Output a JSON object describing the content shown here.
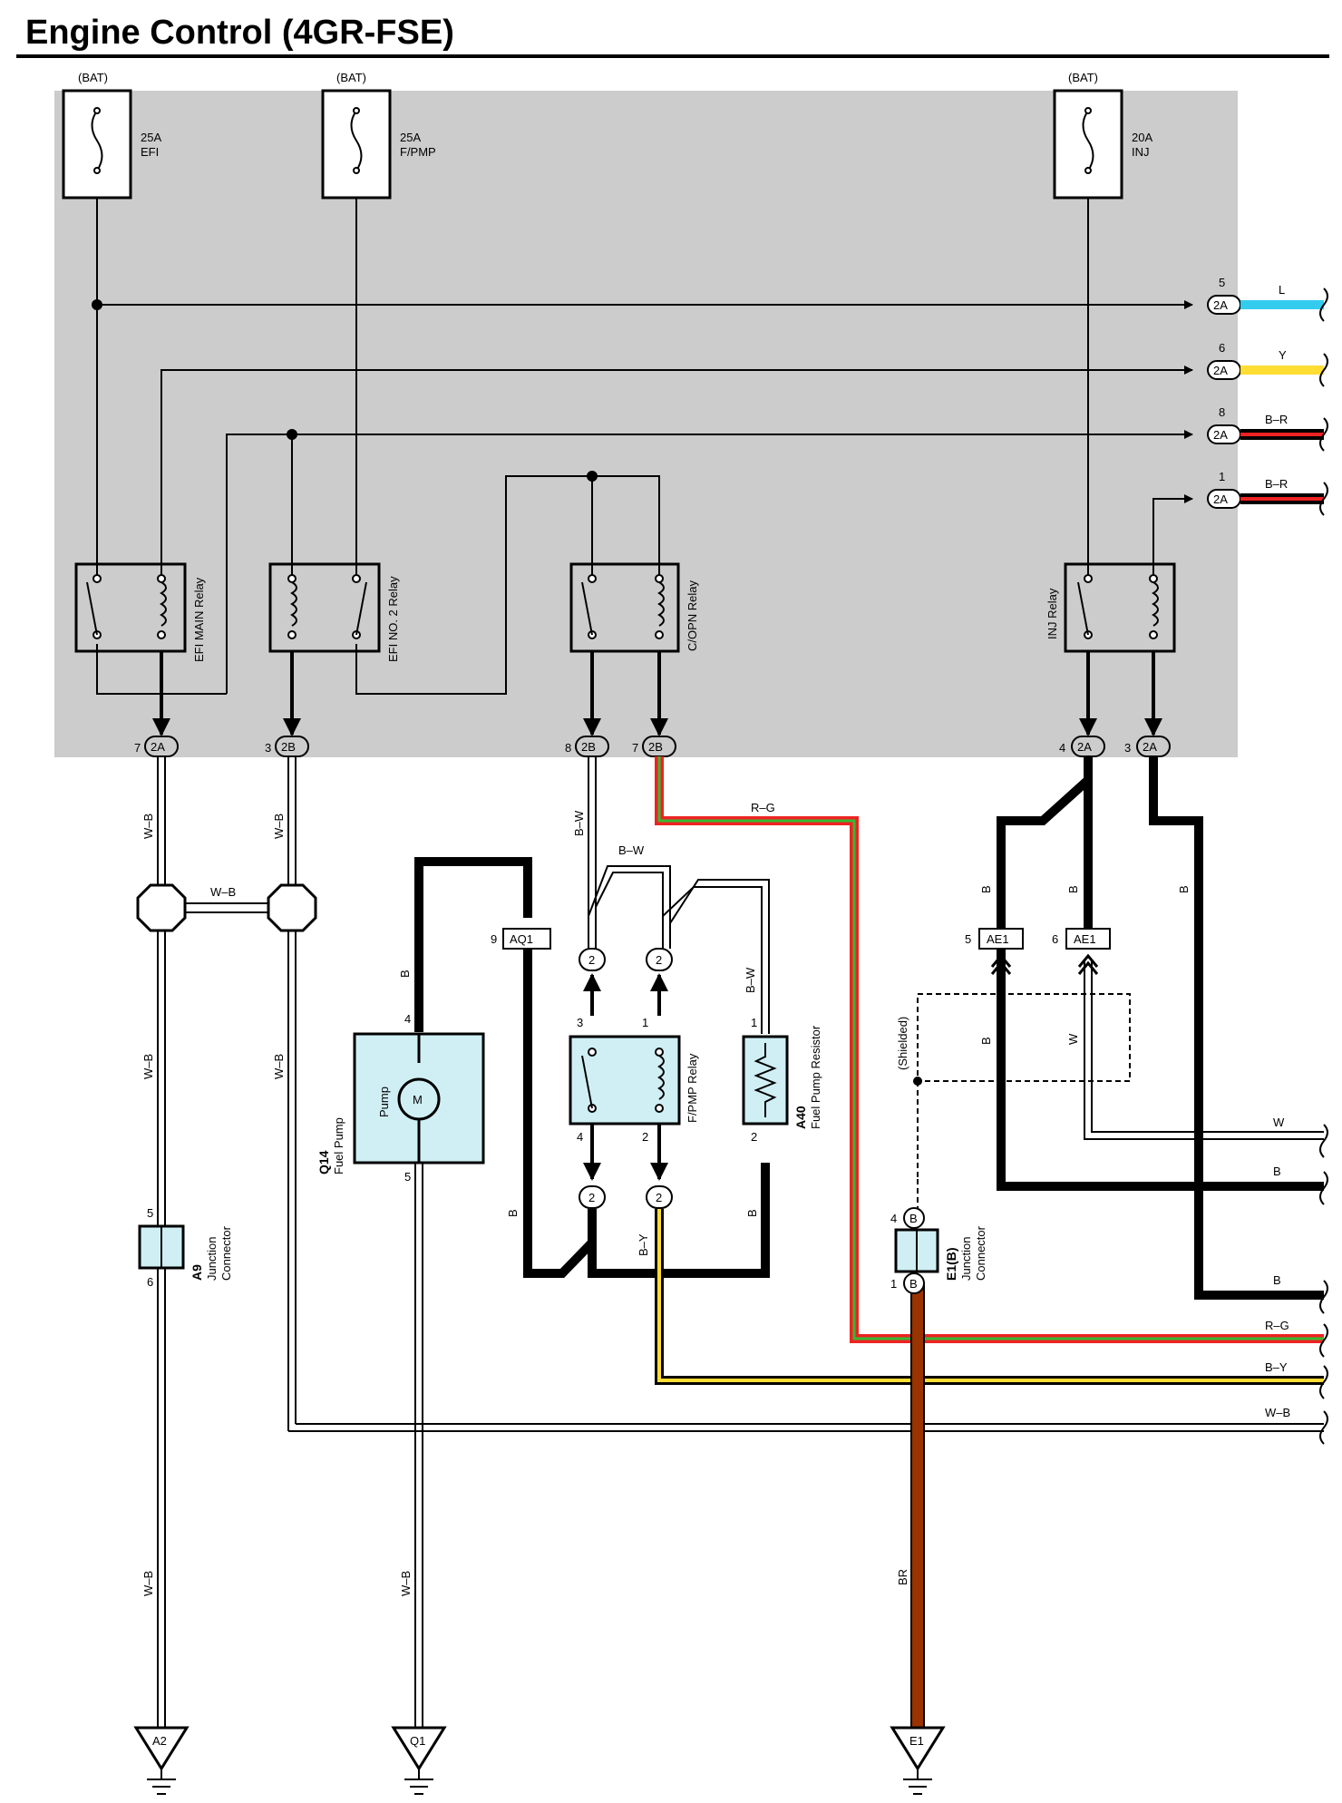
{
  "title": "Engine Control (4GR-FSE)",
  "colors": {
    "panel": "#cccccc",
    "component_fill": "#cfeff5",
    "L": "#33ccee",
    "Y": "#ffdd33",
    "R": "#ee2222",
    "G": "#33bb33",
    "BR": "#993300"
  },
  "fuses": [
    {
      "source": "(BAT)",
      "rating": "25A",
      "name": "EFI"
    },
    {
      "source": "(BAT)",
      "rating": "25A",
      "name": "F/PMP"
    },
    {
      "source": "(BAT)",
      "rating": "20A",
      "name": "INJ"
    }
  ],
  "relays": {
    "efi_main": "EFI MAIN Relay",
    "efi_no2": "EFI NO. 2 Relay",
    "copn": "C/OPN Relay",
    "inj": "INJ Relay",
    "fpmp": "F/PMP Relay"
  },
  "right_outputs": [
    {
      "pin": "5",
      "connector": "2A",
      "wire": "L"
    },
    {
      "pin": "6",
      "connector": "2A",
      "wire": "Y"
    },
    {
      "pin": "8",
      "connector": "2A",
      "wire": "B–R"
    },
    {
      "pin": "1",
      "connector": "2A",
      "wire": "B–R"
    }
  ],
  "bottom_connectors": [
    {
      "pin": "7",
      "connector": "2A"
    },
    {
      "pin": "3",
      "connector": "2B"
    },
    {
      "pin": "8",
      "connector": "2B"
    },
    {
      "pin": "7",
      "connector": "2B"
    },
    {
      "pin": "4",
      "connector": "2A"
    },
    {
      "pin": "3",
      "connector": "2A"
    }
  ],
  "wire_labels": {
    "wb": "W–B",
    "bw": "B–W",
    "rg": "R–G",
    "b": "B",
    "by": "B–Y",
    "w": "W",
    "br": "BR"
  },
  "shielded": "(Shielded)",
  "fuel_pump": {
    "code": "Q14",
    "name": "Fuel Pump",
    "inner": "Pump",
    "motor": "M",
    "pin_top": "4",
    "pin_bottom": "5"
  },
  "resistor": {
    "code": "A40",
    "name": "Fuel Pump Resistor",
    "pin_top": "1",
    "pin_bottom": "2"
  },
  "fpmp_pins": {
    "p3": "3",
    "p1": "1",
    "p4": "4",
    "p2": "2",
    "conn": "2"
  },
  "aq1": {
    "pin": "9",
    "connector": "AQ1"
  },
  "ae1": [
    {
      "pin": "5",
      "connector": "AE1"
    },
    {
      "pin": "6",
      "connector": "AE1"
    }
  ],
  "jc_a9": {
    "code": "A9",
    "name": "Junction",
    "name2": "Connector",
    "pin_top": "5",
    "pin_bottom": "6"
  },
  "jc_e1": {
    "code": "E1(B)",
    "name": "Junction",
    "name2": "Connector",
    "pin_top": "4",
    "pin_bottom": "1",
    "mark": "B"
  },
  "grounds": [
    "A2",
    "Q1",
    "E1"
  ]
}
